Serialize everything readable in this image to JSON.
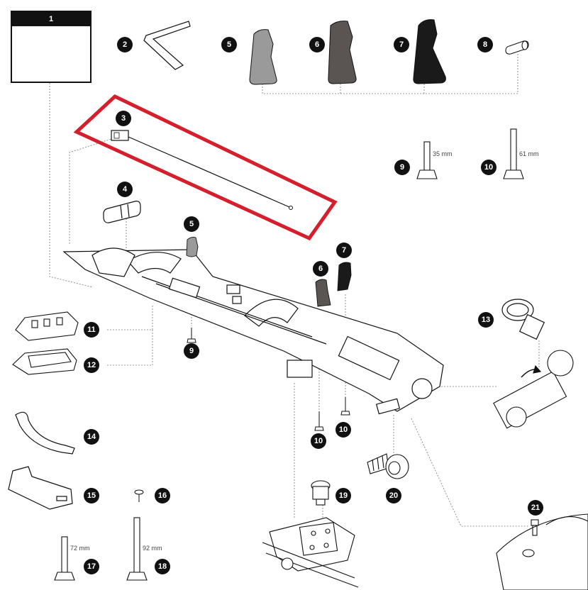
{
  "diagram": {
    "parts": [
      "1",
      "2",
      "3",
      "4",
      "5",
      "6",
      "7",
      "8",
      "9",
      "10",
      "11",
      "12",
      "13",
      "14",
      "15",
      "16",
      "17",
      "18",
      "19",
      "20",
      "21"
    ],
    "callouts": {
      "c1": "1",
      "c2": "2",
      "c3": "3",
      "c4": "4",
      "c5a": "5",
      "c6a": "6",
      "c7a": "7",
      "c8": "8",
      "c9a": "9",
      "c10a": "10",
      "c5b": "5",
      "c6b": "6",
      "c7b": "7",
      "c9b": "9",
      "c10b": "10",
      "c10c": "10",
      "c11": "11",
      "c12": "12",
      "c13": "13",
      "c14": "14",
      "c15": "15",
      "c16": "16",
      "c17": "17",
      "c18": "18",
      "c19": "19",
      "c20": "20",
      "c21": "21"
    },
    "dimensions": {
      "bolt9": "35 mm",
      "bolt10": "61 mm",
      "bolt17": "72 mm",
      "bolt18": "92 mm"
    },
    "colors": {
      "line": "#111111",
      "highlight": "#d61f2c",
      "part5": "#9a9a9a",
      "part6": "#5a5453",
      "part7": "#1a1a1a"
    },
    "highlighted_part": "3"
  }
}
